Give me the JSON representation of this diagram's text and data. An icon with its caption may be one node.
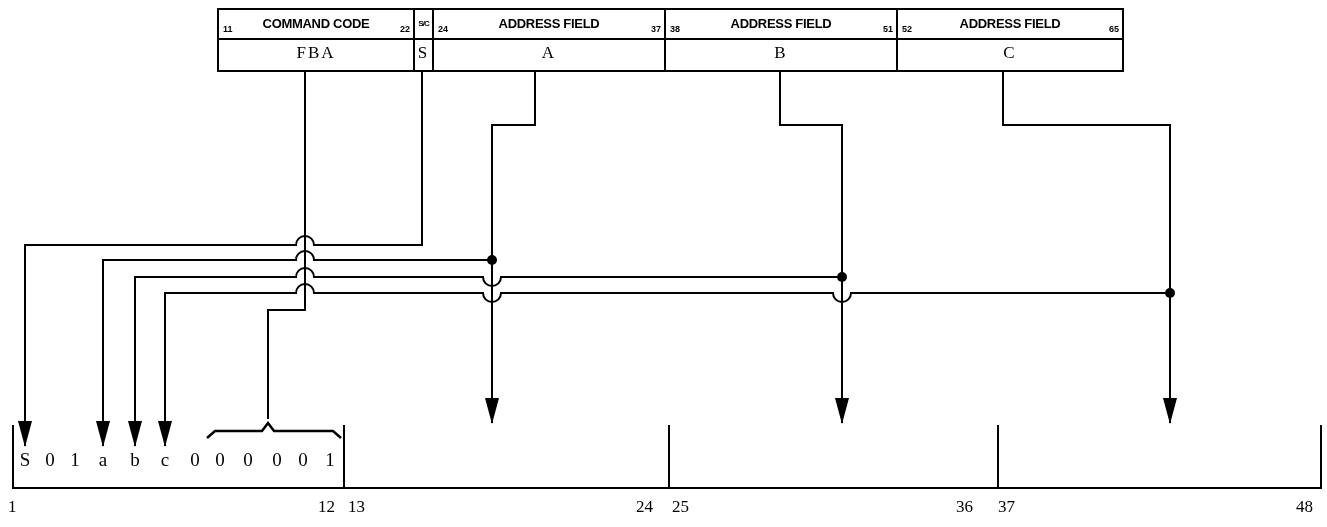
{
  "diagram": {
    "nodes": [
      {
        "text": [
          "11",
          "COMMAND CODE",
          "22",
          "FBA"
        ]
      },
      {
        "text": [
          "S/C",
          "S"
        ]
      },
      {
        "text": [
          "24",
          "ADDRESS FIELD",
          "37",
          "A"
        ]
      },
      {
        "text": [
          "38",
          "ADDRESS FIELD",
          "51",
          "B"
        ]
      },
      {
        "text": [
          "52",
          "ADDRESS FIELD",
          "65",
          "C"
        ]
      },
      {
        "text": [],
        "shape": "box",
        "beside": [
          "1",
          "12"
        ]
      },
      {
        "text": [
          "S"
        ],
        "in": 5
      },
      {
        "text": [
          "0"
        ],
        "in": 5
      },
      {
        "text": [
          "1"
        ],
        "in": 5
      },
      {
        "text": [
          "a"
        ],
        "in": 5
      },
      {
        "text": [
          "b"
        ],
        "in": 5
      },
      {
        "text": [
          "c"
        ],
        "in": 5
      },
      {
        "text": [
          "0"
        ],
        "in": 5
      },
      {
        "text": [
          "0"
        ],
        "in": 5
      },
      {
        "text": [
          "0"
        ],
        "in": 5
      },
      {
        "text": [
          "0"
        ],
        "in": 5
      },
      {
        "text": [
          "0"
        ],
        "in": 5
      },
      {
        "text": [
          "1"
        ],
        "in": 5
      },
      {
        "text": [],
        "shape": "bracket",
        "in": 5
      },
      {
        "text": [],
        "shape": "box",
        "beside": [
          "13",
          "24"
        ]
      },
      {
        "text": [],
        "shape": "box",
        "beside": [
          "25",
          "36"
        ]
      },
      {
        "text": [],
        "shape": "box",
        "beside": [
          "37",
          "48"
        ]
      }
    ],
    "edges": [
      {
        "from": 0,
        "to": 18,
        "arrow": "none"
      },
      {
        "from": 1,
        "to": 6,
        "arrow": "to"
      },
      {
        "from": 2,
        "to": 19,
        "arrow": "to"
      },
      {
        "from": 2,
        "to": 9,
        "arrow": "to"
      },
      {
        "from": 3,
        "to": 20,
        "arrow": "to"
      },
      {
        "from": 3,
        "to": 10,
        "arrow": "to"
      },
      {
        "from": 4,
        "to": 21,
        "arrow": "to"
      },
      {
        "from": 4,
        "to": 11,
        "arrow": "to"
      }
    ]
  }
}
